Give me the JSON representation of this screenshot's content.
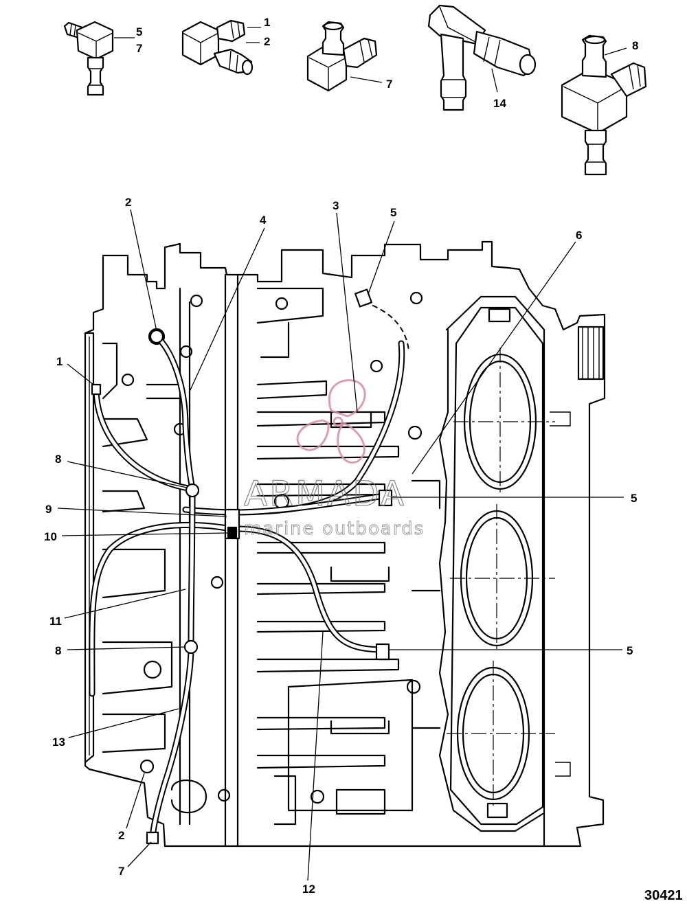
{
  "figure_number": "30421",
  "watermark": {
    "brand": "ARMADA",
    "tagline": "marine outboards",
    "logo_color": "#d88aa8"
  },
  "callouts": {
    "top_fitting_a": [
      "5",
      "7"
    ],
    "top_fitting_b": [
      "1",
      "2"
    ],
    "top_fitting_c": [
      "7"
    ],
    "top_fitting_d": [
      "14"
    ],
    "top_fitting_e": [
      "8"
    ],
    "block": {
      "c2_top": "2",
      "c4": "4",
      "c3": "3",
      "c5_top": "5",
      "c6": "6",
      "c1": "1",
      "c8_upper": "8",
      "c5_mid": "5",
      "c9": "9",
      "c10": "10",
      "c11": "11",
      "c8_lower": "8",
      "c5_lower": "5",
      "c13": "13",
      "c2_bottom": "2",
      "c7": "7",
      "c12": "12"
    }
  }
}
